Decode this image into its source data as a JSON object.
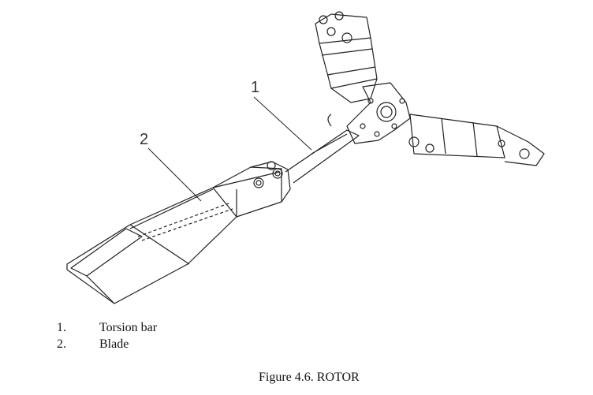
{
  "figure": {
    "callouts": [
      "1",
      "2"
    ],
    "legend": [
      {
        "number": "1.",
        "label": "Torsion bar"
      },
      {
        "number": "2.",
        "label": "Blade"
      }
    ],
    "caption": "Figure 4.6. ROTOR"
  }
}
